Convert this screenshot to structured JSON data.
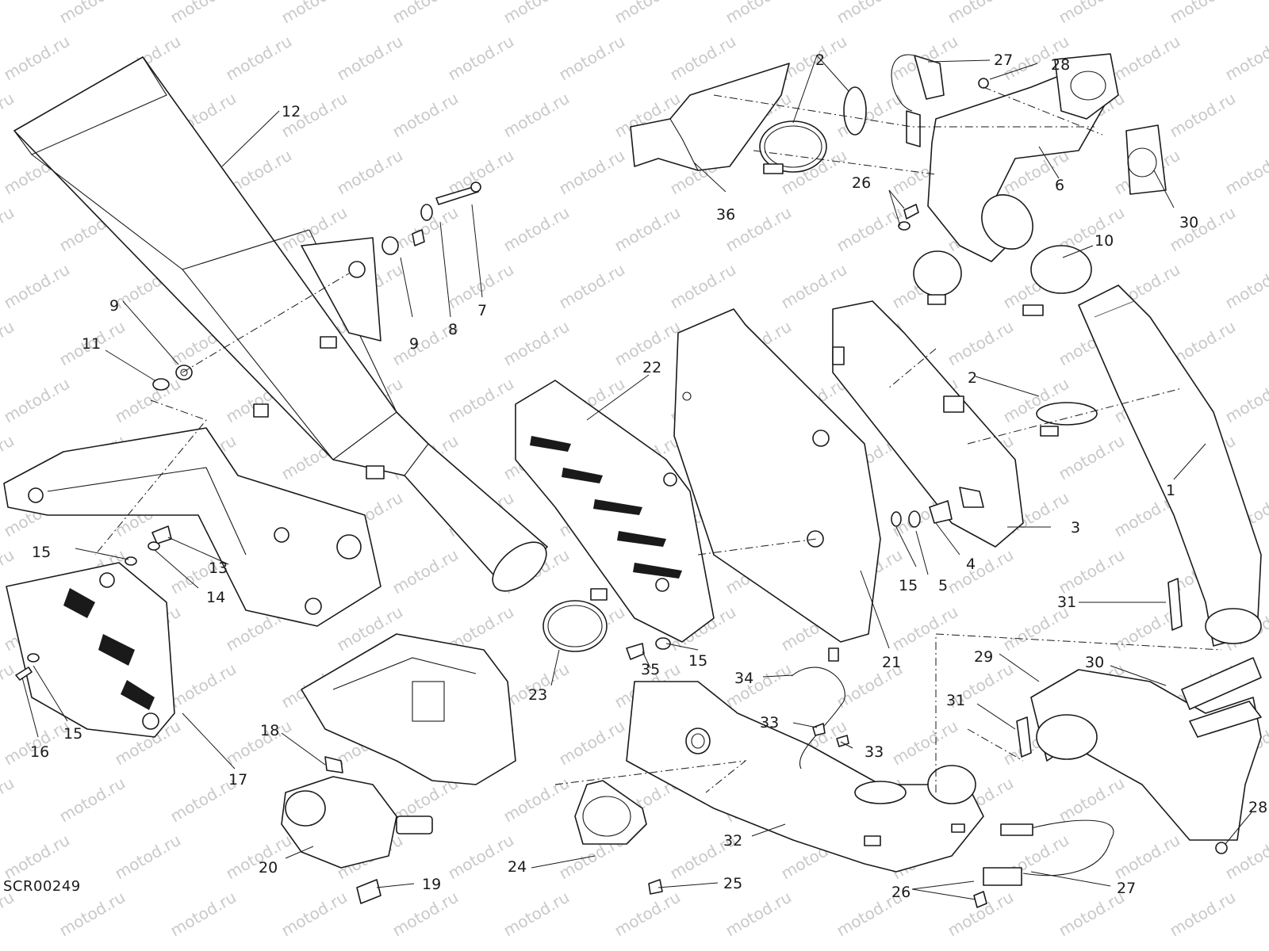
{
  "watermark": "motod.ru",
  "reference_code": "SCR00249",
  "callouts": [
    "1",
    "2",
    "2",
    "2",
    "3",
    "4",
    "5",
    "6",
    "7",
    "8",
    "9",
    "9",
    "10",
    "11",
    "12",
    "13",
    "14",
    "15",
    "15",
    "15",
    "15",
    "16",
    "17",
    "18",
    "19",
    "20",
    "21",
    "22",
    "23",
    "24",
    "25",
    "26",
    "26",
    "27",
    "27",
    "28",
    "28",
    "29",
    "30",
    "30",
    "31",
    "31",
    "32",
    "33",
    "33",
    "34",
    "35",
    "36"
  ]
}
